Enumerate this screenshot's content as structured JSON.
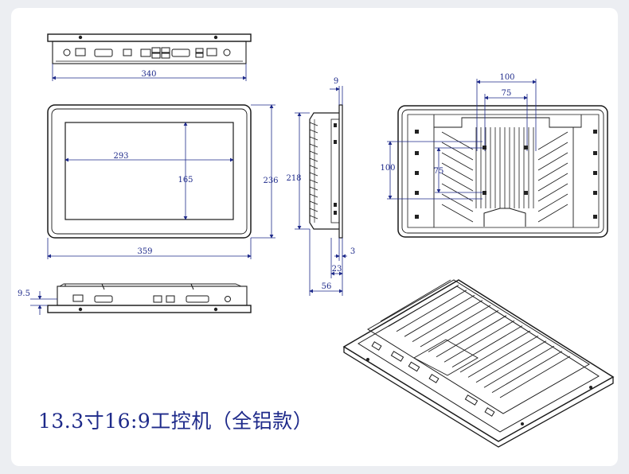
{
  "caption": "13.3寸16:9工控机（全铝款）",
  "dimensions": {
    "top_width": "340",
    "front_width": "359",
    "front_height": "236",
    "screen_width": "293",
    "screen_height": "165",
    "side_height": "218",
    "side_top": "9",
    "side_d1": "3",
    "side_d2": "23",
    "side_depth": "56",
    "back_h1": "100",
    "back_h2": "75",
    "back_v1": "100",
    "back_v2": "75",
    "bottom_offset": "9.5"
  },
  "colors": {
    "dimension": "#1e2a8a",
    "outline": "#1a1a1a",
    "background": "#eceef2",
    "card": "#ffffff"
  }
}
